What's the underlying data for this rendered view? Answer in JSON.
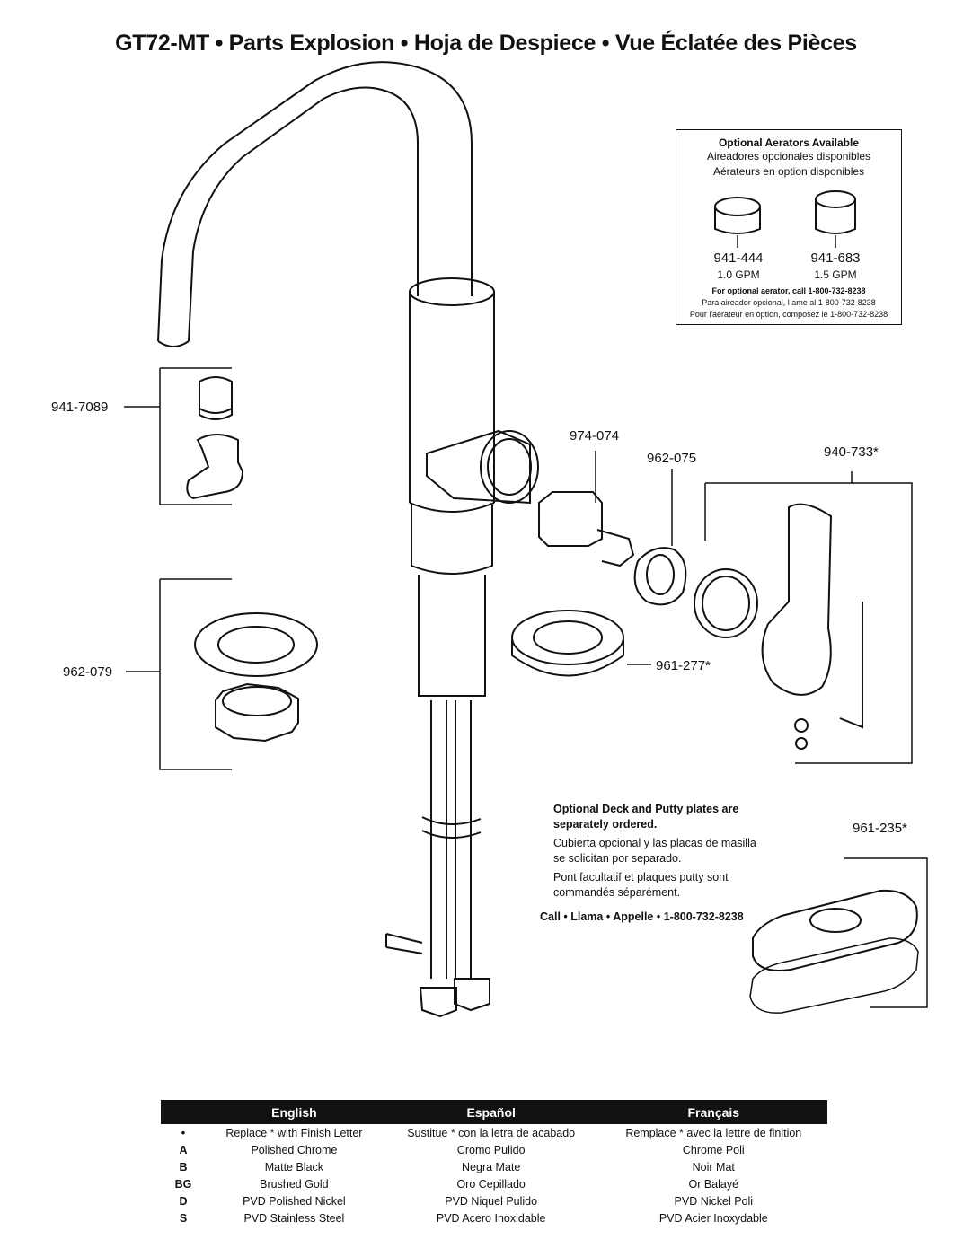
{
  "header": {
    "title": "GT72-MT  •  Parts Explosion  •  Hoja de Despiece  •  Vue Éclatée des Pièces"
  },
  "callouts": {
    "aerator_kit": "941-7089",
    "cartridge": "974-074",
    "bonnet_nut": "962-075",
    "handle_kit": "940-733*",
    "mounting_kit": "962-079",
    "escutcheon": "961-277*",
    "deck_plate": "961-235*"
  },
  "aerators": {
    "heading": "Optional Aerators Available",
    "heading_es": "Aireadores opcionales disponibles",
    "heading_fr": "Aérateurs en option disponibles",
    "items": [
      {
        "part": "941-444",
        "flow": "1.0 GPM"
      },
      {
        "part": "941-683",
        "flow": "1.5 GPM"
      }
    ],
    "call_en": "For optional aerator, call 1-800-732-8238",
    "call_es": "Para aireador opcional, l ame al 1-800-732-8238",
    "call_fr": "Pour l'aérateur en option, composez le 1-800-732-8238"
  },
  "deck_note": {
    "en": "Optional Deck and Putty plates are separately ordered.",
    "es": "Cubierta opcional y las placas de masilla se solicitan por separado.",
    "fr": "Pont facultatif et plaques putty sont commandés séparément.",
    "call": "Call • Llama • Appelle • 1-800-732-8238"
  },
  "finish_table": {
    "headers": [
      "",
      "English",
      "Español",
      "Français"
    ],
    "rows": [
      [
        "•",
        "Replace * with Finish Letter",
        "Sustitue * con la letra de acabado",
        "Remplace * avec la lettre de finition"
      ],
      [
        "A",
        "Polished Chrome",
        "Cromo Pulido",
        "Chrome Poli"
      ],
      [
        "B",
        "Matte Black",
        "Negra Mate",
        "Noir Mat"
      ],
      [
        "BG",
        "Brushed Gold",
        "Oro Cepillado",
        "Or Balayé"
      ],
      [
        "D",
        "PVD Polished Nickel",
        "PVD Niquel Pulido",
        "PVD Nickel Poli"
      ],
      [
        "S",
        "PVD Stainless Steel",
        "PVD Acero Inoxidable",
        "PVD Acier Inoxydable"
      ]
    ]
  }
}
